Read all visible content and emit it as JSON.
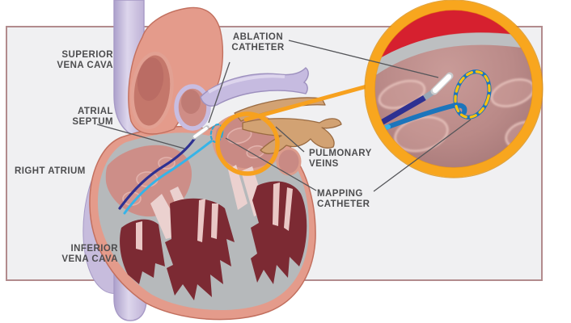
{
  "figure": {
    "type": "medical-illustration",
    "subject": "Catheter ablation of the heart: cross-section with magnified inset of the left atrium showing ablation and mapping catheters"
  },
  "labels": {
    "superior_vena_cava": {
      "line1": "SUPERIOR",
      "line2": "VENA CAVA"
    },
    "atrial_septum": {
      "line1": "ATRIAL",
      "line2": "SEPTUM"
    },
    "right_atrium": {
      "line1": "RIGHT ATRIUM"
    },
    "inferior_vena_cava": {
      "line1": "INFERIOR",
      "line2": "VENA CAVA"
    },
    "ablation_catheter": {
      "line1": "ABLATION",
      "line2": "CATHETER"
    },
    "pulmonary_veins": {
      "line1": "PULMONARY",
      "line2": "VEINS"
    },
    "mapping_catheter": {
      "line1": "MAPPING",
      "line2": "CATHETER"
    }
  },
  "colors": {
    "box_fill": "#F0F0F2",
    "box_border": "#B28B8D",
    "label_text": "#4D4D4F",
    "leader_line": "#55565A",
    "highlight_orange": "#F7A11F",
    "blood_red": "#D6202F",
    "wall_gray": "#BDBFC1",
    "ablation_catheter_navy": "#2E3192",
    "catheter_tip_white": "#FFFFFF",
    "mapping_catheter_blue": "#1C75BC",
    "mapping_catheter_cyan": "#35B4E8",
    "mapping_loop_yellow": "#FFC20E",
    "vessel_lavender": "#C7BCDD",
    "pulmonary_vein_tan": "#D2A273",
    "myocardium_gray": "#B6B9BB",
    "ventricle_maroon": "#7C2A33",
    "heart_salmon": "#E49B8B",
    "atrium_pink": "#CD8E88"
  }
}
